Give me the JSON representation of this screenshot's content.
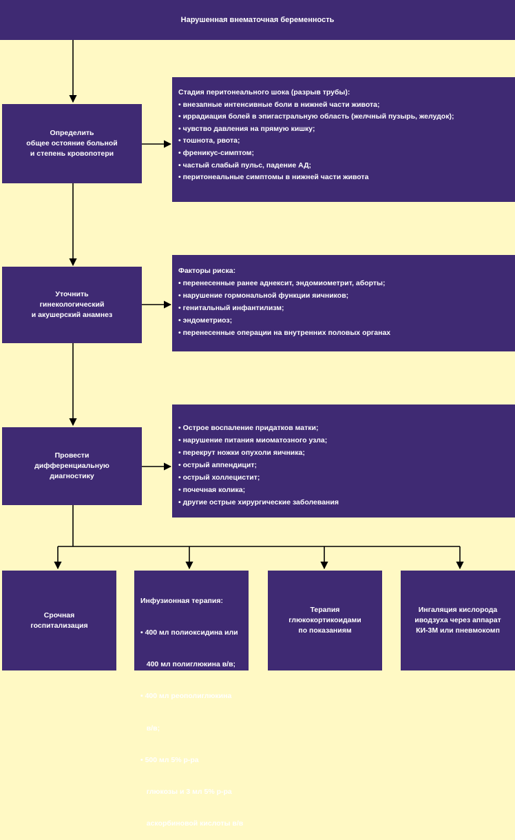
{
  "title": "Нарушенная внематочная беременность",
  "step1": {
    "label": [
      "Определить",
      "общее остояние больной",
      "и степень кровопотери"
    ],
    "details": [
      "Стадия перитонеального шока (разрыв трубы):",
      "• внезапные интенсивные боли в нижней части живота;",
      "• иррадиация болей в эпигастральную область (желчный пузырь, желудок);",
      "• чувство давления на прямую кишку;",
      "• тошнота, рвота;",
      "• френикус-симптом;",
      "• частый слабый пульс, падение АД;",
      "• перитонеальные симптомы в нижней части живота"
    ]
  },
  "step2": {
    "label": [
      "Уточнить",
      "гинекологический",
      "и акушерский анамнез"
    ],
    "details": [
      "Факторы риска:",
      "• перенесенные ранее аднексит, эндомиометрит, аборты;",
      "• нарушение гормональной функции яичников;",
      "• генитальный инфантилизм;",
      "• эндометриоз;",
      "• перенесенные операции на внутренних половых органах"
    ]
  },
  "step3": {
    "label": [
      "Провести",
      "дифференциальную",
      "диагностику"
    ],
    "details": [
      "• Острое воспаление придатков матки;",
      "• нарушение питания миоматозного узла;",
      "• перекрут ножки опухоли яичника;",
      "• острый аппендицит;",
      "• острый холлецистит;",
      "• почечная колика;",
      "• другие острые хирургические заболевания"
    ]
  },
  "outcomes": [
    {
      "lines": [
        "Срочная",
        "госпитализация"
      ]
    },
    {
      "lines": [
        "Инфузионная терапия:",
        "• 400 мл полиоксидина или",
        "   400 мл полиглюкина в/в;",
        "• 400 мл реополиглюкина",
        "   в/в;",
        "• 500 мл 5% р-ра",
        "   глюкозы и 3 мл 5% р-ра",
        "   аскорбиновой кислоты в/в"
      ]
    },
    {
      "lines": [
        "Терапия",
        "глюкокортикоидами",
        "по показаниям"
      ]
    },
    {
      "lines": [
        "Ингаляция кислорода",
        "иводзуха через аппарат",
        "КИ-3М или пневмокомп"
      ]
    }
  ]
}
